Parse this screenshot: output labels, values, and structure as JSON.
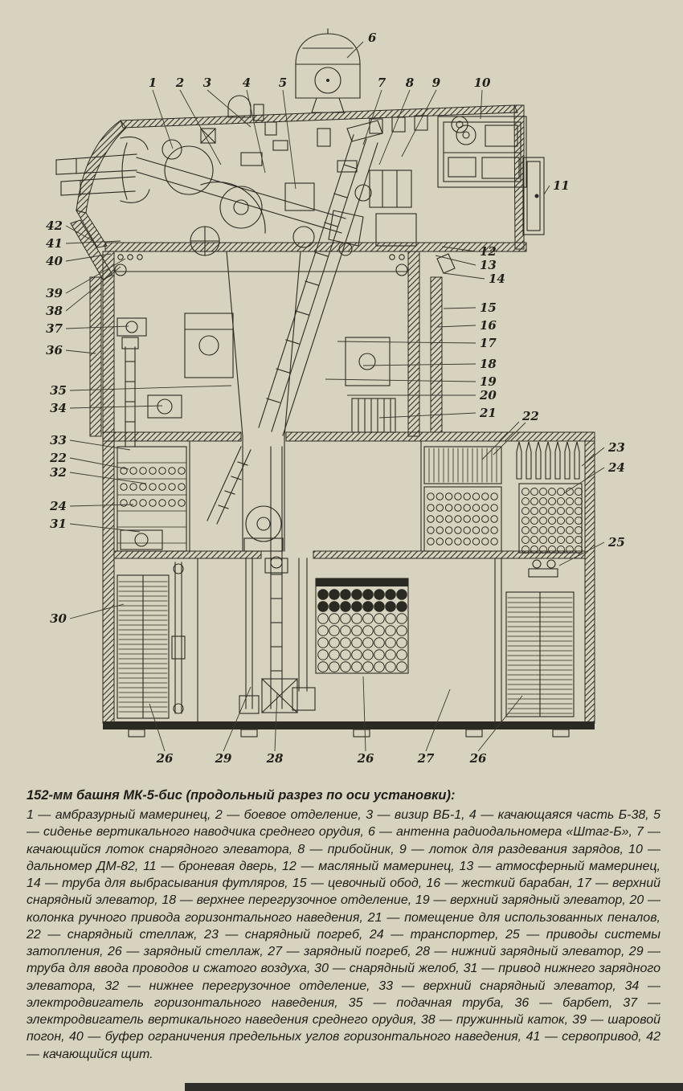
{
  "page": {
    "background": "#d8d3be",
    "ink": "#2b2a22",
    "edge_bar": "#2f2e2a"
  },
  "figure": {
    "callouts": {
      "top": [
        "1",
        "2",
        "3",
        "4",
        "5",
        "7",
        "8",
        "9",
        "10"
      ],
      "antenna": "6",
      "right": [
        "11",
        "12",
        "13",
        "14",
        "15",
        "16",
        "17",
        "18",
        "19",
        "20",
        "21",
        "22",
        "23",
        "24",
        "25"
      ],
      "left": [
        "42",
        "41",
        "40",
        "39",
        "38",
        "37",
        "36",
        "35",
        "34",
        "33",
        "22",
        "32",
        "24",
        "31",
        "30"
      ],
      "bottom": [
        "26",
        "29",
        "28",
        "26",
        "27",
        "26"
      ]
    }
  },
  "caption": {
    "title": "152-мм башня МК-5-бис (продольный разрез по оси установки):",
    "items": [
      {
        "n": "1",
        "label": "амбразурный мамеринец"
      },
      {
        "n": "2",
        "label": "боевое отделение"
      },
      {
        "n": "3",
        "label": "визир ВБ-1"
      },
      {
        "n": "4",
        "label": "качающаяся часть Б-38"
      },
      {
        "n": "5",
        "label": "сиденье вертикального наводчика среднего орудия"
      },
      {
        "n": "6",
        "label": "антенна радиодальномера «Штаг-Б»"
      },
      {
        "n": "7",
        "label": "качающийся лоток снарядного элеватора"
      },
      {
        "n": "8",
        "label": "прибойник"
      },
      {
        "n": "9",
        "label": "лоток для раздевания зарядов"
      },
      {
        "n": "10",
        "label": "дальномер ДМ-82"
      },
      {
        "n": "11",
        "label": "броневая дверь"
      },
      {
        "n": "12",
        "label": "масляный мамеринец"
      },
      {
        "n": "13",
        "label": "атмосферный мамеринец"
      },
      {
        "n": "14",
        "label": "труба для выбрасывания футляров"
      },
      {
        "n": "15",
        "label": "цевочный обод"
      },
      {
        "n": "16",
        "label": "жесткий барабан"
      },
      {
        "n": "17",
        "label": "верхний снарядный элеватор"
      },
      {
        "n": "18",
        "label": "верхнее перегрузочное отделение"
      },
      {
        "n": "19",
        "label": "верхний зарядный элеватор"
      },
      {
        "n": "20",
        "label": "колонка ручного привода горизонтального наведения"
      },
      {
        "n": "21",
        "label": "помещение для использованных пеналов"
      },
      {
        "n": "22",
        "label": "снарядный стеллаж"
      },
      {
        "n": "23",
        "label": "снарядный погреб"
      },
      {
        "n": "24",
        "label": "транспортер"
      },
      {
        "n": "25",
        "label": "приводы системы затопления"
      },
      {
        "n": "26",
        "label": "зарядный стеллаж"
      },
      {
        "n": "27",
        "label": "зарядный погреб"
      },
      {
        "n": "28",
        "label": "нижний зарядный элеватор"
      },
      {
        "n": "29",
        "label": "труба для ввода проводов и сжатого воздуха"
      },
      {
        "n": "30",
        "label": "снарядный желоб"
      },
      {
        "n": "31",
        "label": "привод нижнего зарядного элеватора"
      },
      {
        "n": "32",
        "label": "нижнее перегрузочное отделение"
      },
      {
        "n": "33",
        "label": "верхний снарядный элеватор"
      },
      {
        "n": "34",
        "label": "электродвигатель горизонтального наведения"
      },
      {
        "n": "35",
        "label": "подачная труба"
      },
      {
        "n": "36",
        "label": "барбет"
      },
      {
        "n": "37",
        "label": "электродвигатель вертикального наведения среднего орудия"
      },
      {
        "n": "38",
        "label": "пружинный каток"
      },
      {
        "n": "39",
        "label": "шаровой погон"
      },
      {
        "n": "40",
        "label": "буфер ограничения предельных углов горизонтального наведения"
      },
      {
        "n": "41",
        "label": "сервопривод"
      },
      {
        "n": "42",
        "label": "качающийся щит"
      }
    ]
  }
}
